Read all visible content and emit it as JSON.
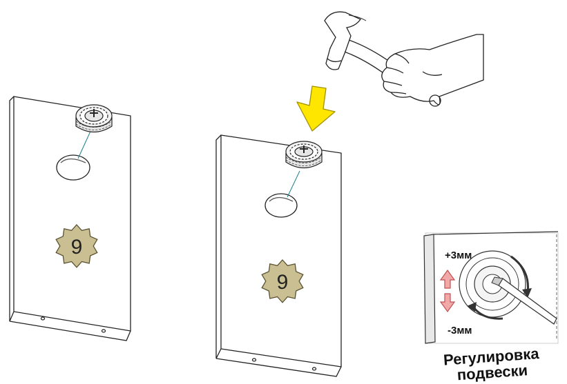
{
  "panels": [
    {
      "id": "panel-left",
      "part_number": "9"
    },
    {
      "id": "panel-right",
      "part_number": "9"
    }
  ],
  "adjustment_inset": {
    "up_label": "+3мм",
    "down_label": "-3мм",
    "caption_line1": "Регулировка",
    "caption_line2": "подвески"
  },
  "icons": [
    "hammer-icon",
    "hand-icon",
    "down-arrow-icon",
    "up-arrow-icon",
    "screwdriver-icon"
  ],
  "colors": {
    "arrow_fill": "#ffe600",
    "arrow_stroke": "#a09000",
    "badge_fill": "#c9bf92",
    "badge_stroke": "#5a5230",
    "adjust_arrow_fill": "#f0a8a8",
    "adjust_arrow_stroke": "#c05050"
  }
}
